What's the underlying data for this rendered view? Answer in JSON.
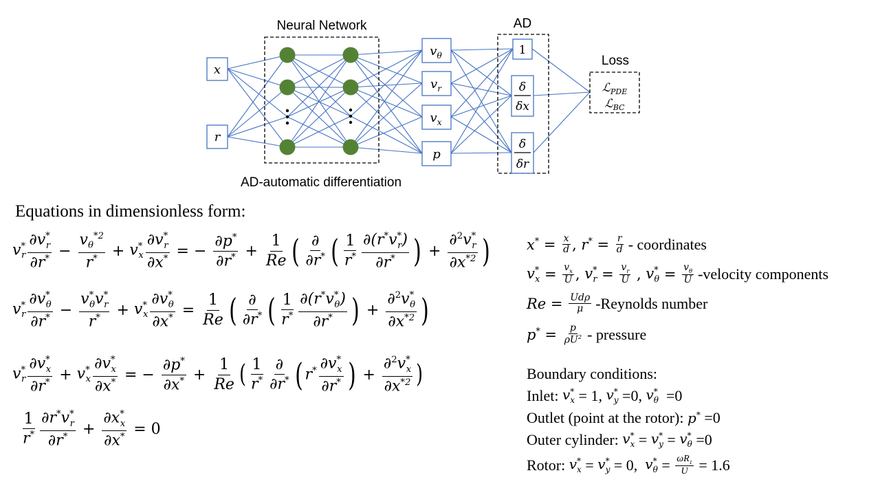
{
  "diagram": {
    "nn_label": "Neural Network",
    "ad_label": "AD",
    "loss_label": "Loss",
    "ad_caption": "AD-automatic differentiation",
    "inputs": [
      "x",
      "r"
    ],
    "outputs": [
      "vθ",
      "vr",
      "vx",
      "p"
    ],
    "ad_ops": [
      "1",
      "δ/δx",
      "δ/δr"
    ],
    "losses": [
      "ℒPDE",
      "ℒBC"
    ],
    "colors": {
      "line": "#4472c4",
      "node": "#548235",
      "box": "#4472c4"
    }
  },
  "heading": "Equations in dimensionless form:",
  "definitions": {
    "coordinates_label": "- coordinates",
    "velocity_label": "-velocity components",
    "reynolds_label": "-Reynolds number",
    "pressure_label": "- pressure"
  },
  "boundary": {
    "title": "Boundary conditions:",
    "inlet_label": "Inlet:",
    "outlet_label": "Outlet (point at the rotor):",
    "outer_label": "Outer cylinder:",
    "rotor_label": "Rotor:",
    "inlet_cond": "v*x = 1, v*y =0, v*θ =0",
    "outlet_cond": "p* =0",
    "outer_cond": "v*x = v*y = v*θ =0",
    "rotor_cond": "v*x = v*y = 0,  v*θ = ωR1/U = 1.6"
  }
}
